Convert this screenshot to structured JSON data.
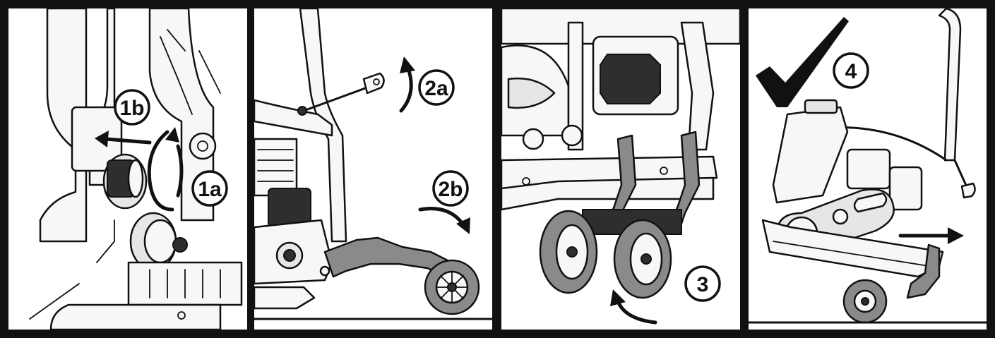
{
  "steps": [
    {
      "id": "1",
      "labels": [
        "1b",
        "1a"
      ]
    },
    {
      "id": "2",
      "labels": [
        "2a",
        "2b"
      ]
    },
    {
      "id": "3",
      "labels": [
        "3"
      ]
    },
    {
      "id": "4",
      "labels": [
        "4"
      ]
    }
  ],
  "icons": {
    "check": "checkmark-icon",
    "rotate": "rotate-arrow-icon",
    "pull": "pull-arrow-icon",
    "push": "push-arrow-icon"
  },
  "colors": {
    "frame": "#111111",
    "panel": "#ffffff",
    "wheel_kit": "#8a8a8a"
  }
}
